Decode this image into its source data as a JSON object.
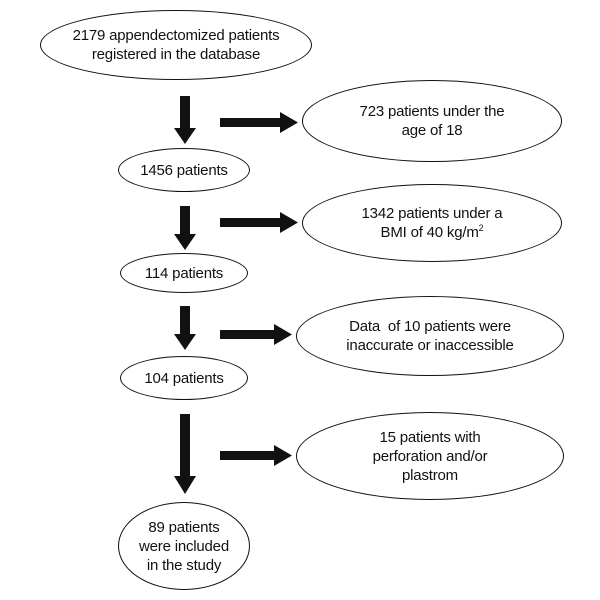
{
  "flow": {
    "start": "2179 appendectomized patients registered in the database",
    "step1": "1456 patients",
    "step2": "114 patients",
    "step3": "104 patients",
    "final": "89 patients were included in the study"
  },
  "exclusions": {
    "age": "723 patients under the age of 18",
    "bmi_text": "1342 patients under a BMI of 40 kg/m",
    "bmi_sup": "2",
    "data": "Data  of 10 patients were inaccurate or inaccessible",
    "perforation": "15 patients with perforation and/or plastrom"
  },
  "colors": {
    "stroke": "#111111",
    "background": "#ffffff"
  }
}
